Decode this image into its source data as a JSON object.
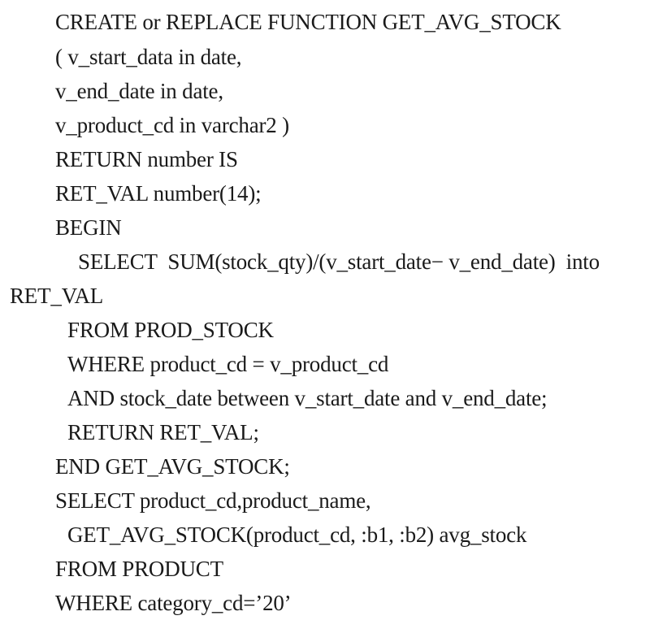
{
  "document": {
    "lines": [
      "CREATE or REPLACE FUNCTION GET_AVG_STOCK",
      "( v_start_data in date,",
      "v_end_date in date,",
      "v_product_cd in varchar2 )",
      "RETURN number IS",
      "RET_VAL number(14);",
      "BEGIN",
      "SELECT  SUM(stock_qty)/(v_start_date− v_end_date)  into",
      "RET_VAL",
      "FROM PROD_STOCK",
      "WHERE product_cd = v_product_cd",
      "AND stock_date between v_start_date and v_end_date;",
      "RETURN RET_VAL;",
      "END GET_AVG_STOCK;",
      "SELECT product_cd,product_name,",
      "GET_AVG_STOCK(product_cd, :b1, :b2) avg_stock",
      "FROM PRODUCT",
      "WHERE category_cd=’20’"
    ]
  }
}
